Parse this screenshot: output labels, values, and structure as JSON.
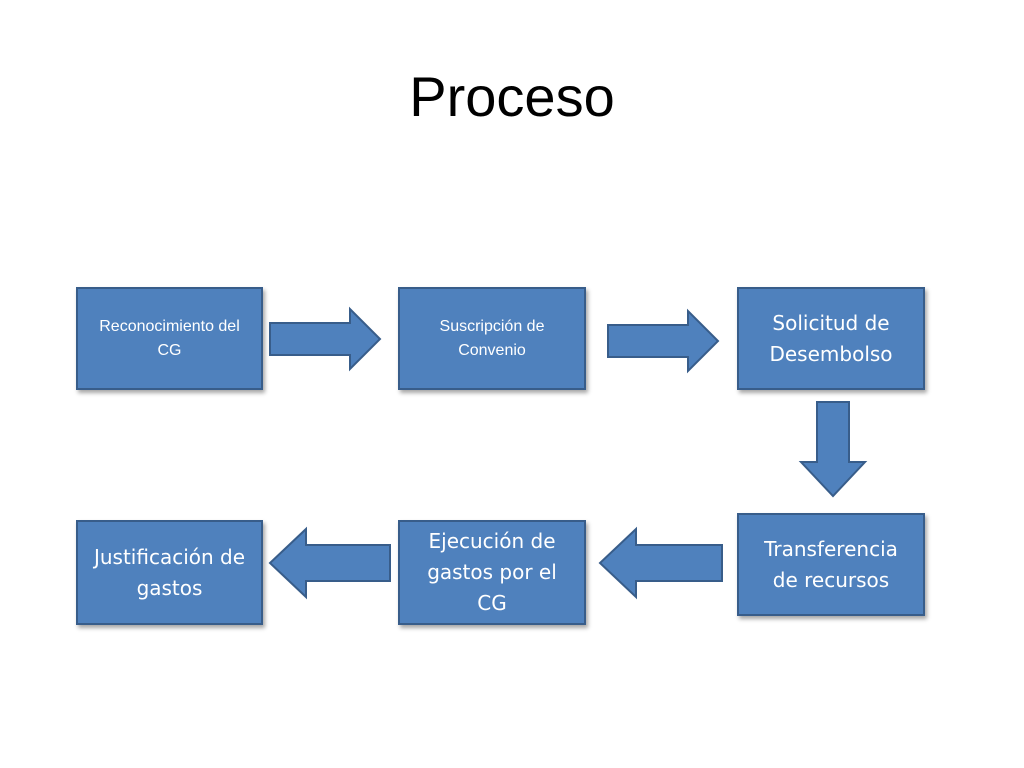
{
  "title": "Proceso",
  "colors": {
    "box_fill": "#4f81bd",
    "box_border": "#385d8a",
    "arrow_border": "#385d8a",
    "text": "#ffffff"
  },
  "steps": [
    {
      "label": "Reconocimiento del CG"
    },
    {
      "label": "Suscripción de Convenio"
    },
    {
      "label": "Solicitud de Desembolso"
    },
    {
      "label": "Transferencia de recursos"
    },
    {
      "label": "Ejecución de gastos por el CG"
    },
    {
      "label": "Justificación de gastos"
    }
  ],
  "arrows": [
    {
      "from": "Reconocimiento del CG",
      "to": "Suscripción de Convenio",
      "direction": "right"
    },
    {
      "from": "Suscripción de Convenio",
      "to": "Solicitud de Desembolso",
      "direction": "right"
    },
    {
      "from": "Solicitud de Desembolso",
      "to": "Transferencia de recursos",
      "direction": "down"
    },
    {
      "from": "Transferencia de recursos",
      "to": "Ejecución de gastos por el CG",
      "direction": "left"
    },
    {
      "from": "Ejecución de gastos por el CG",
      "to": "Justificación de gastos",
      "direction": "left"
    }
  ]
}
